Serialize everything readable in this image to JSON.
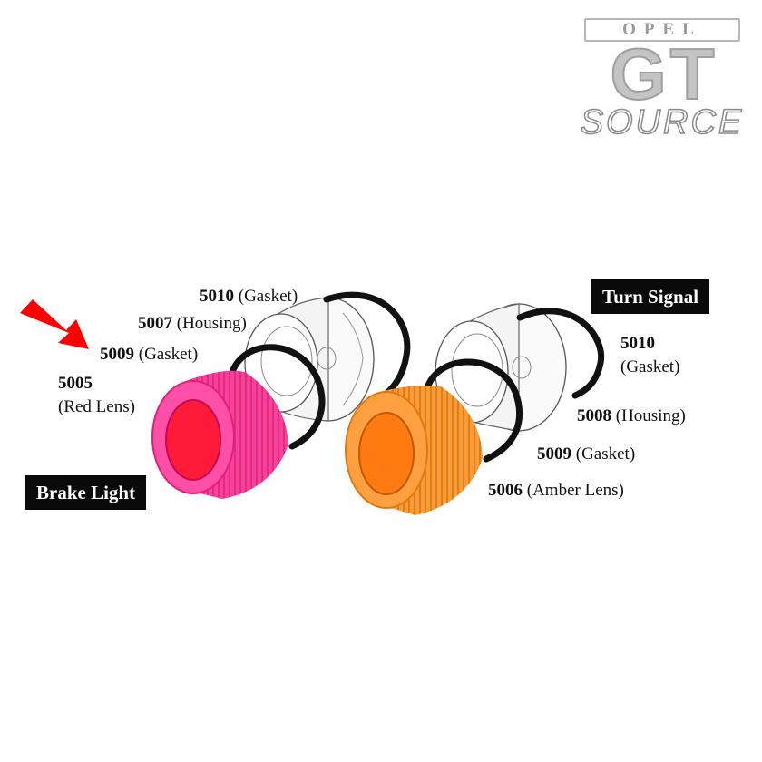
{
  "logo": {
    "brand": "OPEL",
    "model": "GT",
    "word": "SOURCE"
  },
  "tags": {
    "brake": "Brake Light",
    "turn": "Turn Signal"
  },
  "labels": {
    "l5010a": {
      "num": "5010",
      "desc": "(Gasket)"
    },
    "l5007": {
      "num": "5007",
      "desc": "(Housing)"
    },
    "l5009a": {
      "num": "5009",
      "desc": "(Gasket)"
    },
    "l5005": {
      "num": "5005",
      "desc": "(Red Lens)"
    },
    "l5010b": {
      "num": "5010",
      "desc": "(Gasket)"
    },
    "l5008": {
      "num": "5008",
      "desc": "(Housing)"
    },
    "l5009b": {
      "num": "5009",
      "desc": "(Gasket)"
    },
    "l5006": {
      "num": "5006",
      "desc": "(Amber Lens)"
    }
  },
  "colors": {
    "red_lens": "#ff3d9a",
    "red_lens_inner": "#ff1a3a",
    "amber_lens": "#ff9a30",
    "amber_lens_inner": "#ff7a10",
    "arrow": "#ff0000",
    "gasket": "#111111"
  }
}
